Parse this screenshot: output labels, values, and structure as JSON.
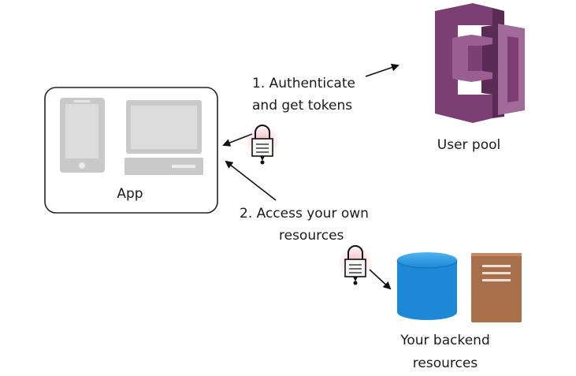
{
  "app": {
    "label": "App"
  },
  "user_pool": {
    "label": "User pool"
  },
  "steps": {
    "step1_line1": "1. Authenticate",
    "step1_line2": "and get tokens",
    "step2_line1": "2. Access your own",
    "step2_line2": "resources"
  },
  "backend": {
    "line1": "Your backend",
    "line2": "resources"
  },
  "colors": {
    "cognito_purple": "#7b3f73",
    "cognito_light": "#a2699b",
    "database_blue": "#1e88d6",
    "server_brown": "#a76f4a",
    "device_gray": "#c9c9c9",
    "lock_glow": "#f4a9b3"
  }
}
